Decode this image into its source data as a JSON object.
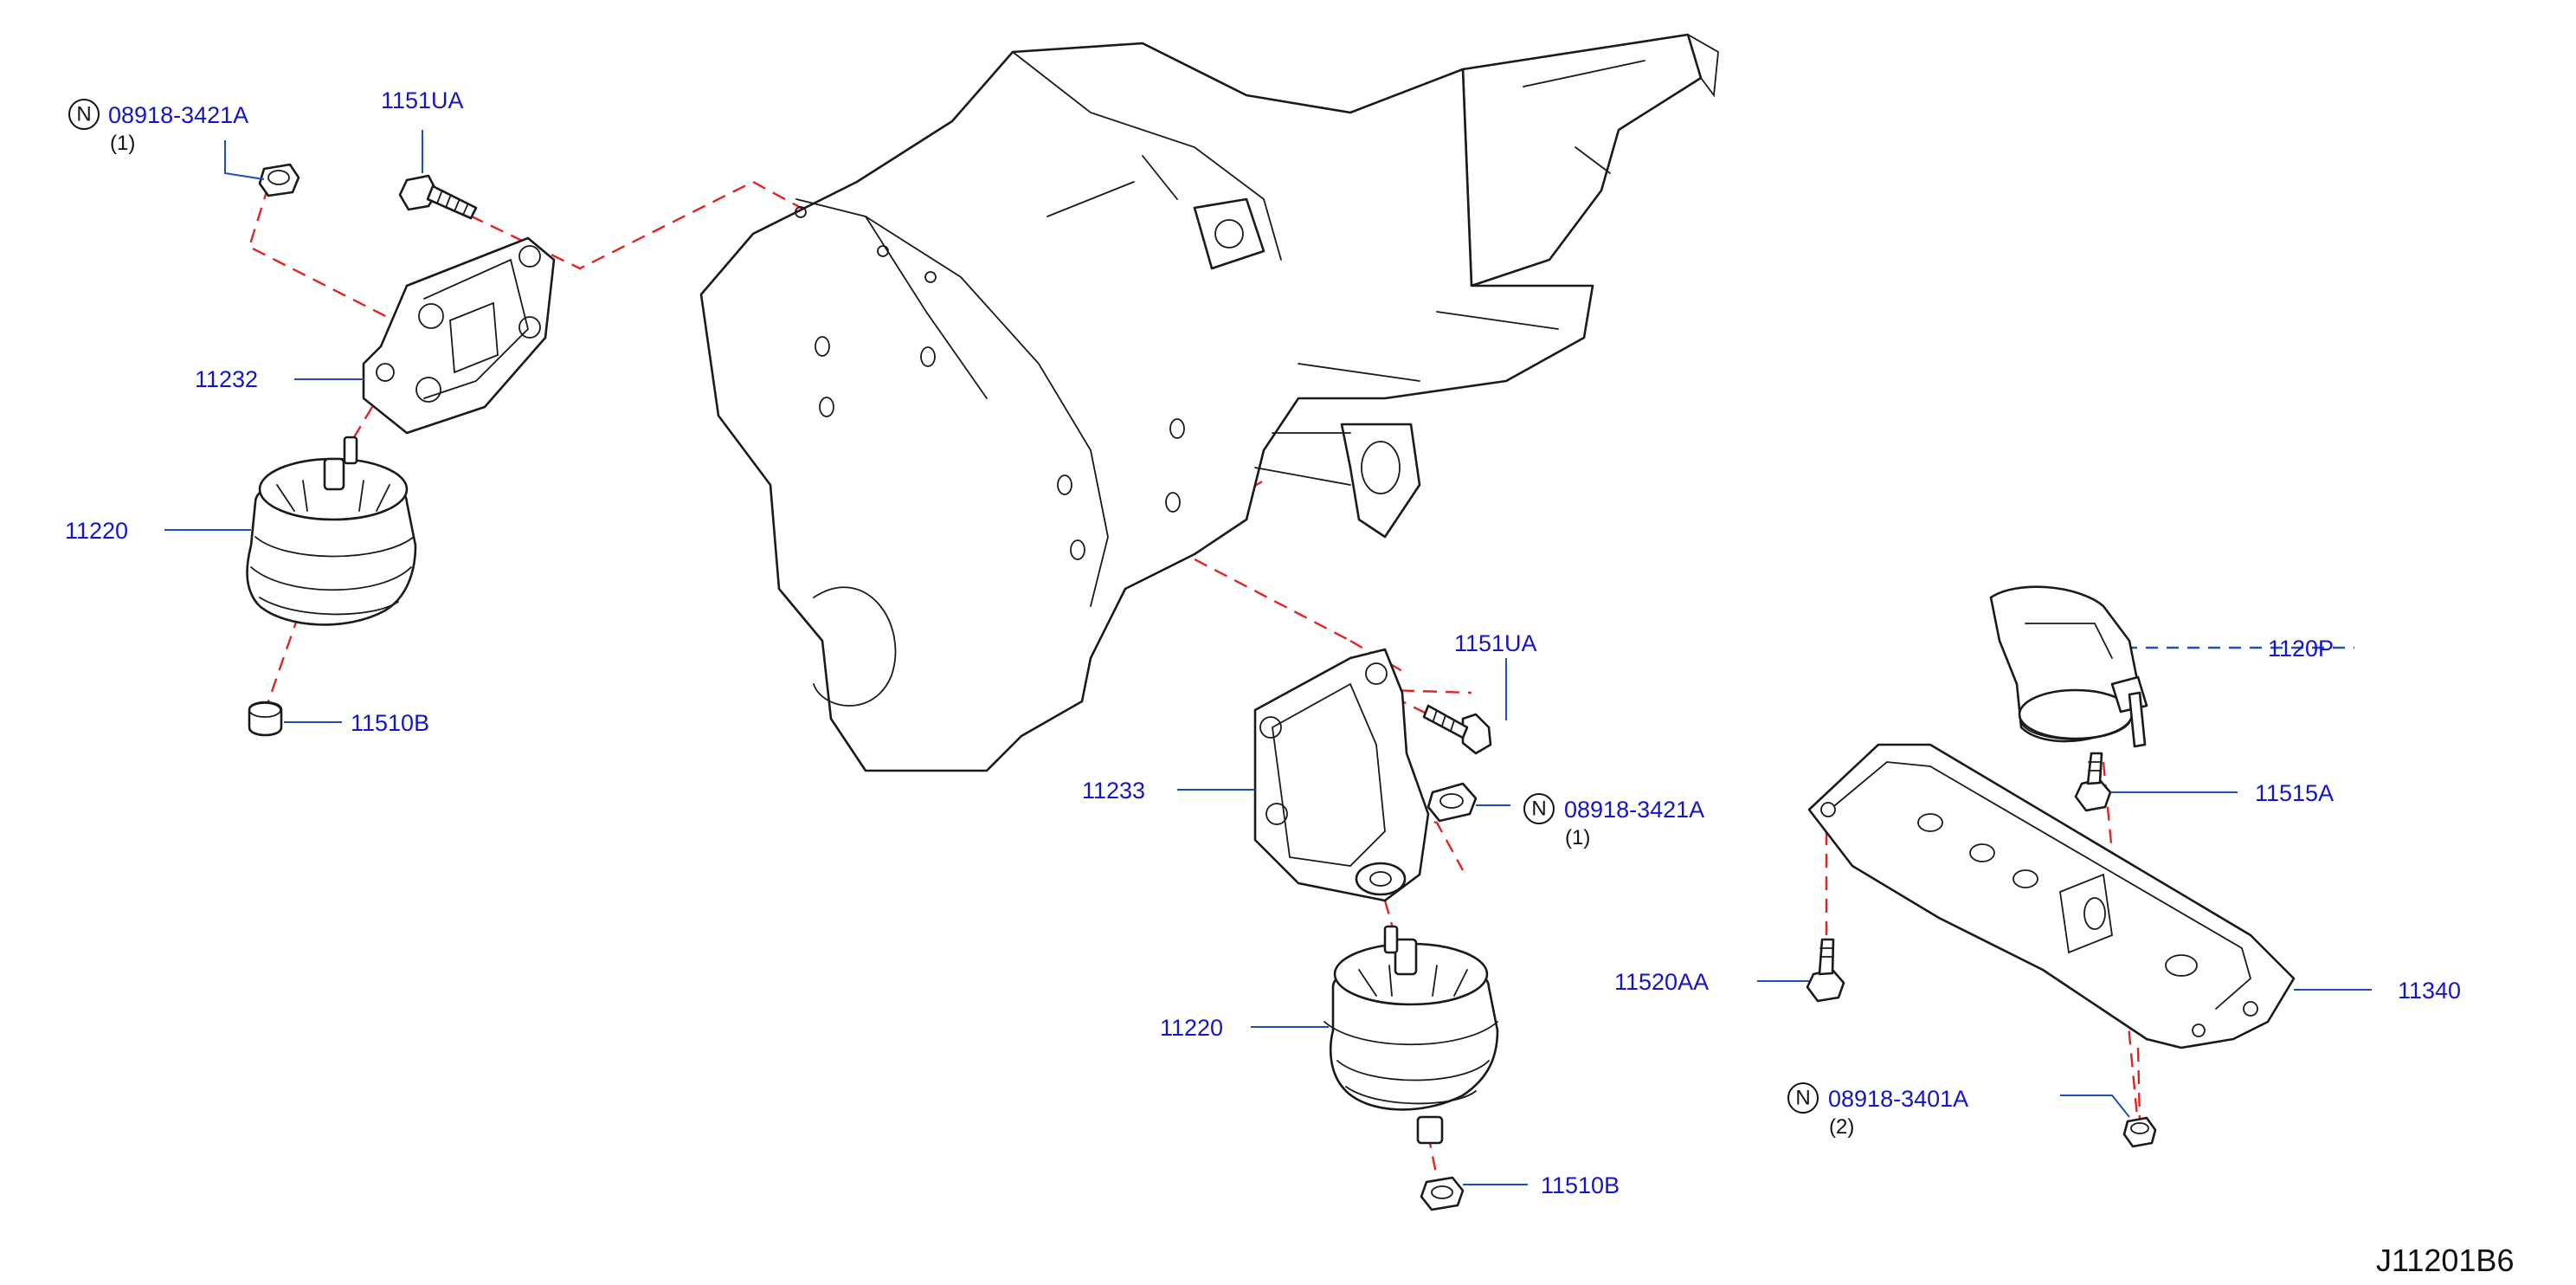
{
  "diagram_code": "J11201B6",
  "callouts": [
    {
      "id": "nut-upper-left",
      "marker": "N",
      "part": "08918-3421A",
      "qty": "(1)"
    },
    {
      "id": "bolt-upper-left",
      "part": "1151UA"
    },
    {
      "id": "bracket-left",
      "part": "11232"
    },
    {
      "id": "insulator-left",
      "part": "11220"
    },
    {
      "id": "nut-lower-left",
      "part": "11510B"
    },
    {
      "id": "bolt-center",
      "part": "1151UA"
    },
    {
      "id": "bracket-right",
      "part": "11233"
    },
    {
      "id": "nut-center",
      "marker": "N",
      "part": "08918-3421A",
      "qty": "(1)"
    },
    {
      "id": "insulator-center",
      "part": "11220"
    },
    {
      "id": "nut-lower-center",
      "part": "11510B"
    },
    {
      "id": "insulator-rear",
      "part": "1120P"
    },
    {
      "id": "bolt-rear",
      "part": "11515A"
    },
    {
      "id": "bolt-member",
      "part": "11520AA"
    },
    {
      "id": "member-rear",
      "part": "11340"
    },
    {
      "id": "nut-member",
      "marker": "N",
      "part": "08918-3401A",
      "qty": "(2)"
    }
  ],
  "colors": {
    "part_outline": "#1a1a1a",
    "label_text": "#1414c8",
    "leader_line": "#1f4fb4",
    "hidden_line": "#e02424",
    "background": "#ffffff"
  }
}
